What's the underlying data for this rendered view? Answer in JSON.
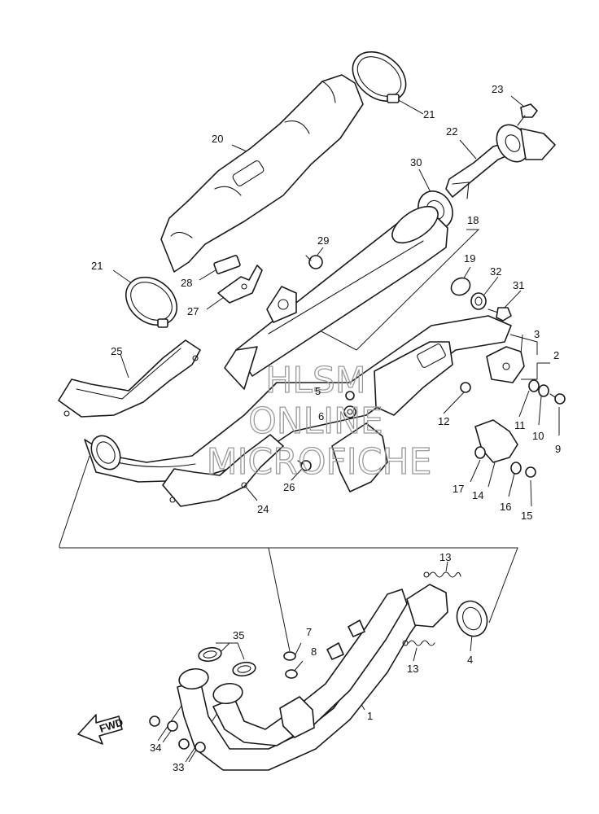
{
  "watermark": {
    "line1": "HLSM",
    "line2": "ONLINE",
    "line3": "MICROFICHE"
  },
  "direction_label": "FWD",
  "callouts": {
    "c1": "1",
    "c2": "2",
    "c3": "3",
    "c4": "4",
    "c5": "5",
    "c6": "6",
    "c7": "7",
    "c8": "8",
    "c9": "9",
    "c10": "10",
    "c11": "11",
    "c12": "12",
    "c13a": "13",
    "c13b": "13",
    "c14": "14",
    "c15": "15",
    "c16": "16",
    "c17": "17",
    "c18": "18",
    "c19": "19",
    "c20": "20",
    "c21a": "21",
    "c21b": "21",
    "c22": "22",
    "c23": "23",
    "c24": "24",
    "c25": "25",
    "c26": "26",
    "c27": "27",
    "c28": "28",
    "c29": "29",
    "c30": "30",
    "c31": "31",
    "c32": "32",
    "c33": "33",
    "c34": "34",
    "c35": "35"
  }
}
